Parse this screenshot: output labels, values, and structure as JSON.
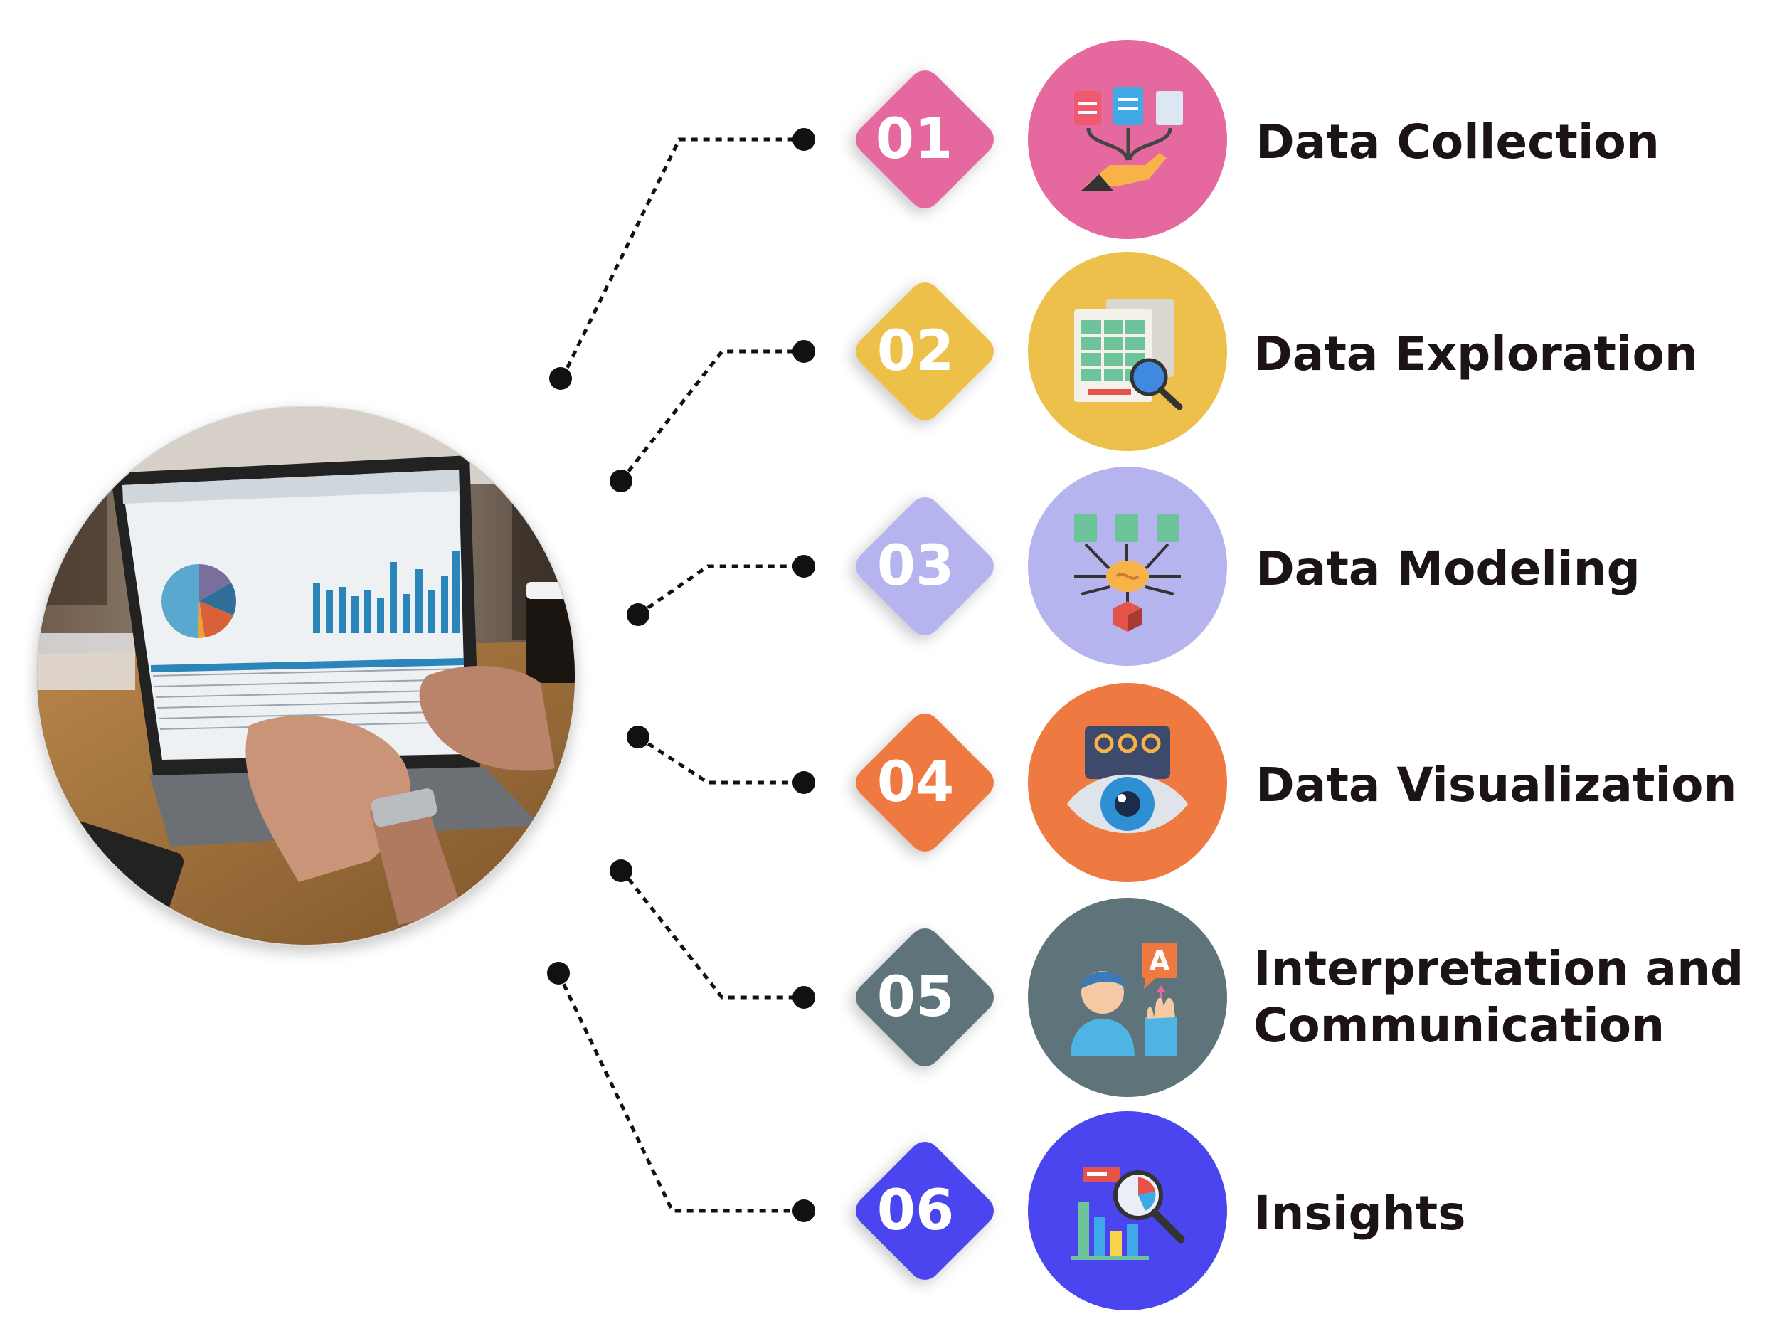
{
  "diagram": {
    "photo": {
      "icon": "laptop-data-dashboard-photo"
    },
    "steps": [
      {
        "number": "01",
        "lines": [
          "Data Collection"
        ],
        "color": "#e5689f",
        "icon": "data-collection-icon"
      },
      {
        "number": "02",
        "lines": [
          "Data Exploration"
        ],
        "color": "#ecc04a",
        "icon": "data-exploration-icon"
      },
      {
        "number": "03",
        "lines": [
          "Data Modeling"
        ],
        "color": "#b6b4ee",
        "icon": "data-modeling-icon"
      },
      {
        "number": "04",
        "lines": [
          "Data Visualization"
        ],
        "color": "#ee7a42",
        "icon": "data-visualization-icon"
      },
      {
        "number": "05",
        "lines": [
          "Interpretation and",
          "Communication"
        ],
        "color": "#5f737a",
        "icon": "interpretation-communication-icon"
      },
      {
        "number": "06",
        "lines": [
          "Insights"
        ],
        "color": "#4b45ef",
        "icon": "insights-icon"
      }
    ]
  }
}
